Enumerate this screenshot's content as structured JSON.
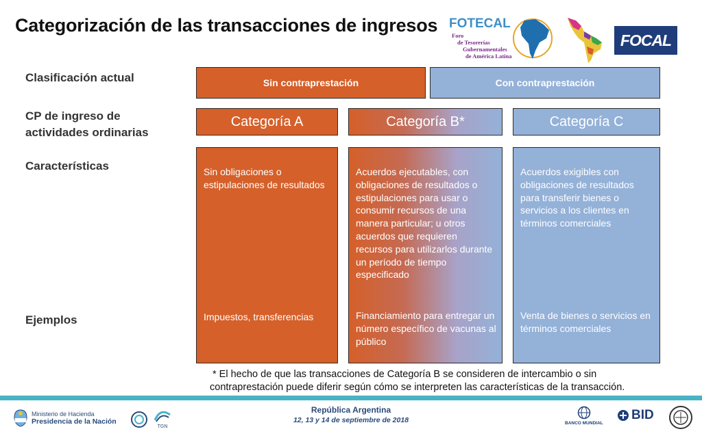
{
  "title": "Categorización de las transacciones de ingresos",
  "logos": {
    "fotecal_name": "FOTECAL",
    "fotecal_line1": "Foro",
    "fotecal_line2": "de Tesorerías",
    "fotecal_line3": "Gubernamentales",
    "fotecal_line4": "de América Latina",
    "focal": "FOCAL"
  },
  "row_labels": {
    "clasificacion": "Clasificación actual",
    "cp_line1": "CP de ingreso de",
    "cp_line2": "actividades ordinarias",
    "caracteristicas": "Características",
    "ejemplos": "Ejemplos"
  },
  "headers": {
    "sin": "Sin contraprestación",
    "con": "Con contraprestación"
  },
  "categories": {
    "a": "Categoría A",
    "b": "Categoría B*",
    "c": "Categoría C"
  },
  "characteristics": {
    "a": "Sin obligaciones o estipulaciones de resultados",
    "b": "Acuerdos ejecutables, con obligaciones de resultados o estipulaciones para usar o consumir recursos de una manera particular; u otros acuerdos que requieren recursos para utilizarlos durante un período de tiempo especificado",
    "c": "Acuerdos exigibles con obligaciones de resultados para transferir bienes o servicios a los clientes en términos comerciales"
  },
  "examples": {
    "a": "Impuestos, transferencias",
    "b": "Financiamiento para entregar un número específico de vacunas al público",
    "c": "Venta de bienes o servicios en términos comerciales"
  },
  "note": {
    "line1": "* El hecho de que las transacciones de Categoría B se consideren de intercambio o sin",
    "line2": "contraprestación puede diferir según cómo se interpreten las características de la transacción."
  },
  "footer": {
    "country": "República Argentina",
    "dates": "12, 13 y 14 de septiembre de 2018",
    "ministerio": "Ministerio de Hacienda",
    "presidencia": "Presidencia de la Nación",
    "tgn": "TGN",
    "banco_mundial": "BANCO MUNDIAL",
    "bid": "BID"
  },
  "colors": {
    "orange": "#d5602a",
    "blue": "#94b1d8",
    "band": "#49b3c6"
  }
}
